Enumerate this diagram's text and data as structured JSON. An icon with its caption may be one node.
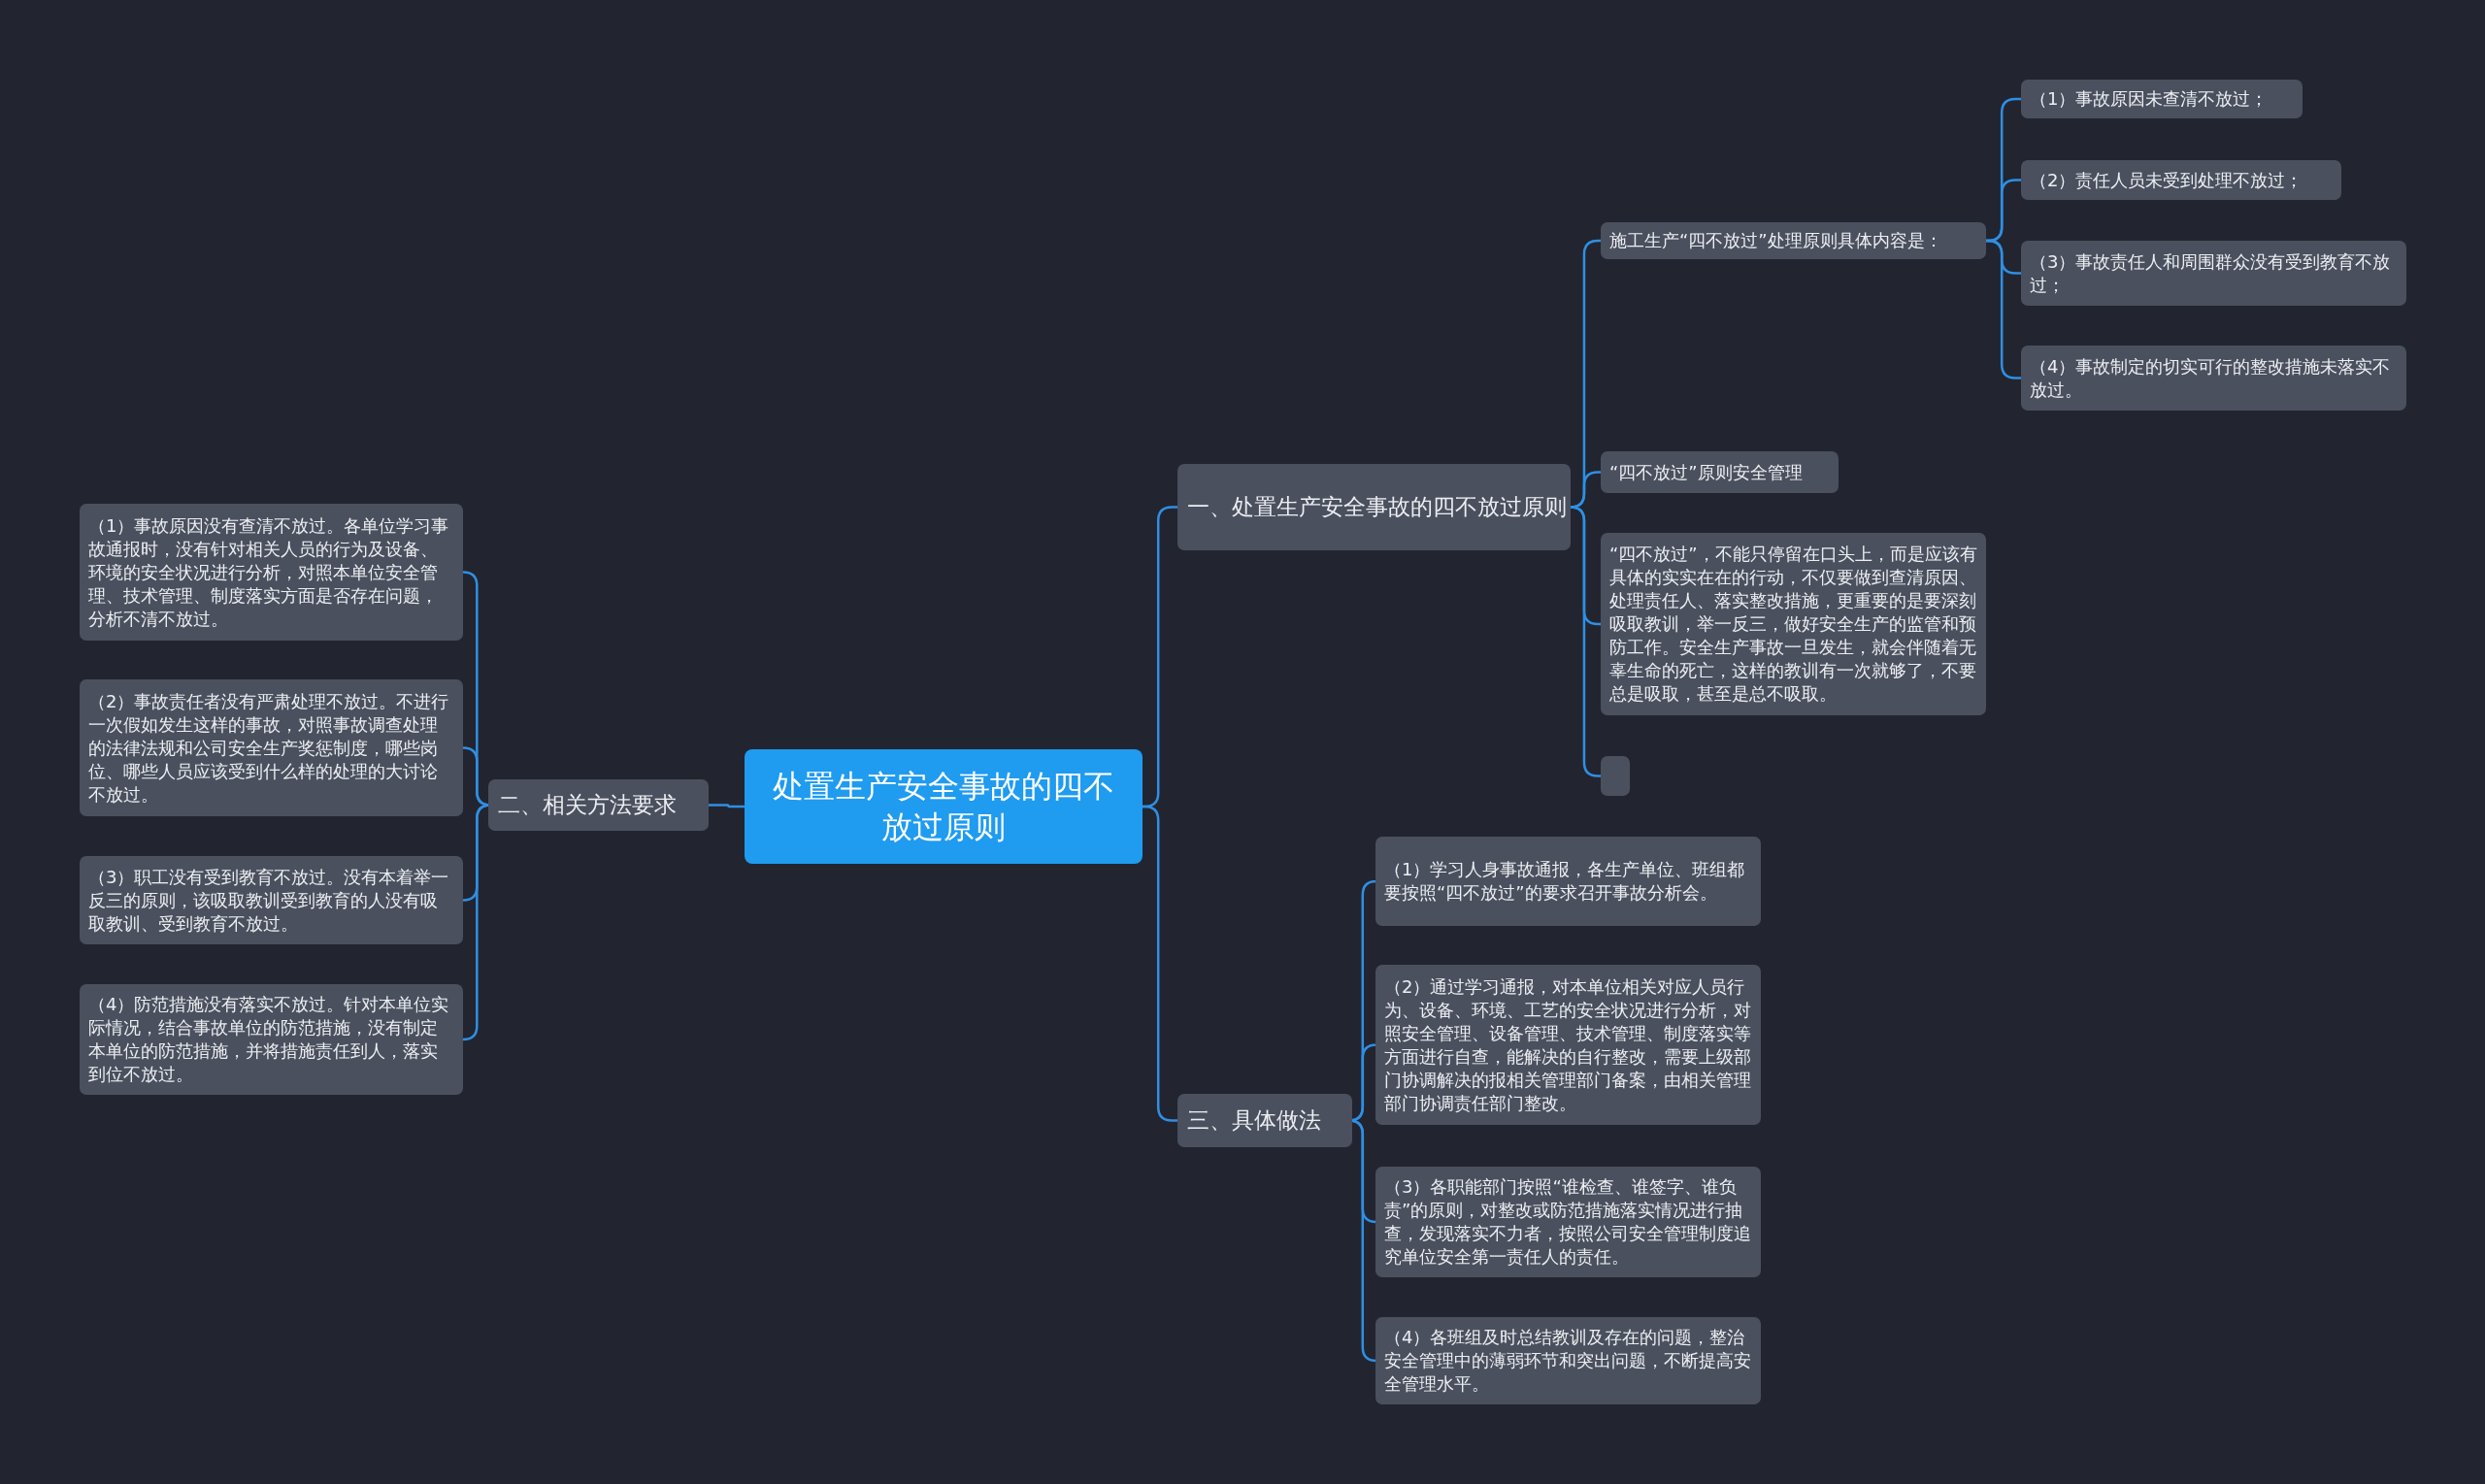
{
  "diagram": {
    "nodes": [
      {
        "text": [
          "处置生产安全事故的四不放过原则"
        ]
      },
      {
        "text": [
          "一、处置生产安全事故的四不放过原则"
        ]
      },
      {
        "text": [
          "施工生产“四不放过”处理原则具体内容是："
        ]
      },
      {
        "text": [
          "（1）事故原因未查清不放过；"
        ]
      },
      {
        "text": [
          "（2）责任人员未受到处理不放过；"
        ]
      },
      {
        "text": [
          "（3）事故责任人和周围群众没有受到教育不放过；"
        ]
      },
      {
        "text": [
          "（4）事故制定的切实可行的整改措施未落实不放过。"
        ]
      },
      {
        "text": [
          "“四不放过”原则安全管理"
        ]
      },
      {
        "text": [
          "“四不放过”，不能只停留在口头上，而是应该有具体的实实在在的行动，不仅要做到查清原因、处理责任人、落实整改措施，更重要的是要深刻吸取教训，举一反三，做好安全生产的监管和预防工作。安全生产事故一旦发生，就会伴随着无辜生命的死亡，这样的教训有一次就够了，不要总是吸取，甚至是总不吸取。"
        ]
      },
      {
        "text": [],
        "shape": "box"
      },
      {
        "text": [
          "二、相关方法要求"
        ]
      },
      {
        "text": [
          "（1）事故原因没有查清不放过。各单位学习事故通报时，没有针对相关人员的行为及设备、环境的安全状况进行分析，对照本单位安全管理、技术管理、制度落实方面是否存在问题，分析不清不放过。"
        ]
      },
      {
        "text": [
          "（2）事故责任者没有严肃处理不放过。不进行一次假如发生这样的事故，对照事故调查处理的法律法规和公司安全生产奖惩制度，哪些岗位、哪些人员应该受到什么样的处理的大讨论不放过。"
        ]
      },
      {
        "text": [
          "（3）职工没有受到教育不放过。没有本着举一反三的原则，该吸取教训受到教育的人没有吸取教训、受到教育不放过。"
        ]
      },
      {
        "text": [
          "（4）防范措施没有落实不放过。针对本单位实际情况，结合事故单位的防范措施，没有制定本单位的防范措施，并将措施责任到人，落实到位不放过。"
        ]
      },
      {
        "text": [
          "三、具体做法"
        ]
      },
      {
        "text": [
          "（1）学习人身事故通报，各生产单位、班组都要按照“四不放过”的要求召开事故分析会。"
        ]
      },
      {
        "text": [
          "（2）通过学习通报，对本单位相关对应人员行为、设备、环境、工艺的安全状况进行分析，对照安全管理、设备管理、技术管理、制度落实等方面进行自查，能解决的自行整改，需要上级部门协调解决的报相关管理部门备案，由相关管理部门协调责任部门整改。"
        ]
      },
      {
        "text": [
          "（3）各职能部门按照“谁检查、谁签字、谁负责”的原则，对整改或防范措施落实情况进行抽查，发现落实不力者，按照公司安全管理制度追究单位安全第一责任人的责任。"
        ]
      },
      {
        "text": [
          "（4）各班组及时总结教训及存在的问题，整治安全管理中的薄弱环节和突出问题，不断提高安全管理水平。"
        ]
      }
    ],
    "edges": [
      {
        "from": 0,
        "to": 1,
        "arrow": "none"
      },
      {
        "from": 1,
        "to": 2,
        "arrow": "none"
      },
      {
        "from": 2,
        "to": 3,
        "arrow": "none"
      },
      {
        "from": 2,
        "to": 4,
        "arrow": "none"
      },
      {
        "from": 2,
        "to": 5,
        "arrow": "none"
      },
      {
        "from": 2,
        "to": 6,
        "arrow": "none"
      },
      {
        "from": 1,
        "to": 7,
        "arrow": "none"
      },
      {
        "from": 1,
        "to": 8,
        "arrow": "none"
      },
      {
        "from": 1,
        "to": 9,
        "arrow": "none"
      },
      {
        "from": 0,
        "to": 10,
        "arrow": "none"
      },
      {
        "from": 10,
        "to": 11,
        "arrow": "none"
      },
      {
        "from": 10,
        "to": 12,
        "arrow": "none"
      },
      {
        "from": 10,
        "to": 13,
        "arrow": "none"
      },
      {
        "from": 10,
        "to": 14,
        "arrow": "none"
      },
      {
        "from": 0,
        "to": 15,
        "arrow": "none"
      },
      {
        "from": 15,
        "to": 16,
        "arrow": "none"
      },
      {
        "from": 15,
        "to": 17,
        "arrow": "none"
      },
      {
        "from": 15,
        "to": 18,
        "arrow": "none"
      },
      {
        "from": 15,
        "to": 19,
        "arrow": "none"
      }
    ]
  }
}
